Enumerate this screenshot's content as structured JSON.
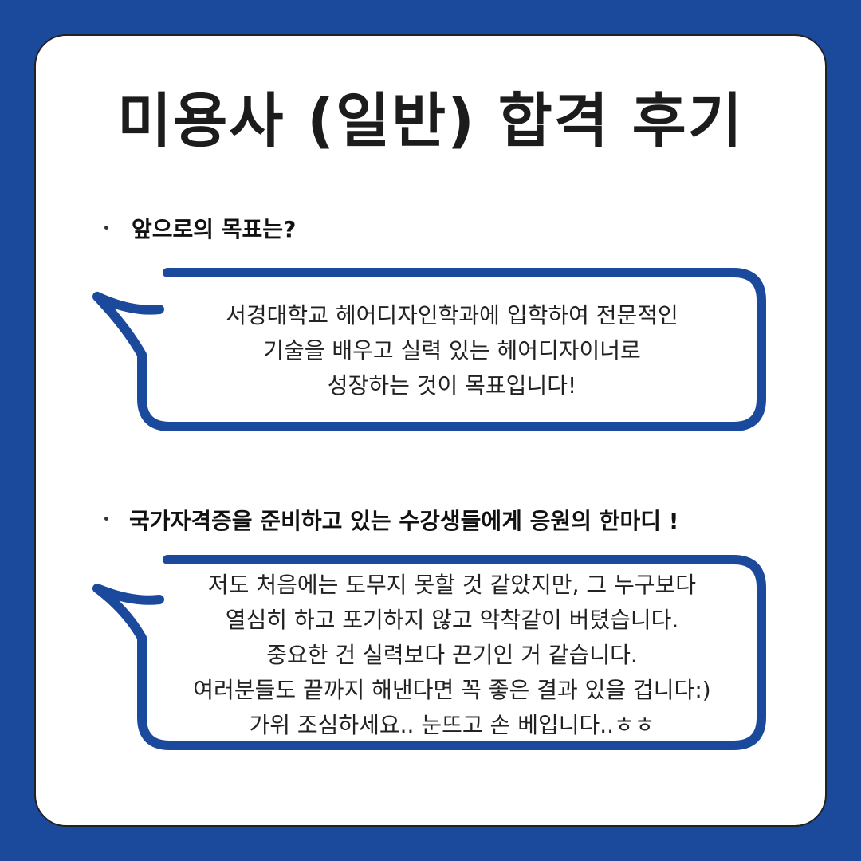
{
  "title": "미용사 (일반) 합격 후기",
  "accent_color": "#1b4a9d",
  "sections": [
    {
      "question": "앞으로의 목표는?",
      "answer_lines": [
        "서경대학교 헤어디자인학과에 입학하여 전문적인",
        "기술을 배우고 실력 있는 헤어디자이너로",
        "성장하는 것이 목표입니다!"
      ]
    },
    {
      "question": "국가자격증을 준비하고 있는 수강생들에게 응원의 한마디 !",
      "answer_lines": [
        "저도 처음에는 도무지 못할 것 같았지만, 그 누구보다",
        "열심히 하고 포기하지 않고 악착같이 버텼습니다.",
        "중요한 건 실력보다 끈기인 거 같습니다.",
        "여러분들도 끝까지 해낸다면 꼭 좋은 결과 있을 겁니다:)",
        "가위 조심하세요.. 눈뜨고 손 베입니다..ㅎㅎ"
      ]
    }
  ]
}
